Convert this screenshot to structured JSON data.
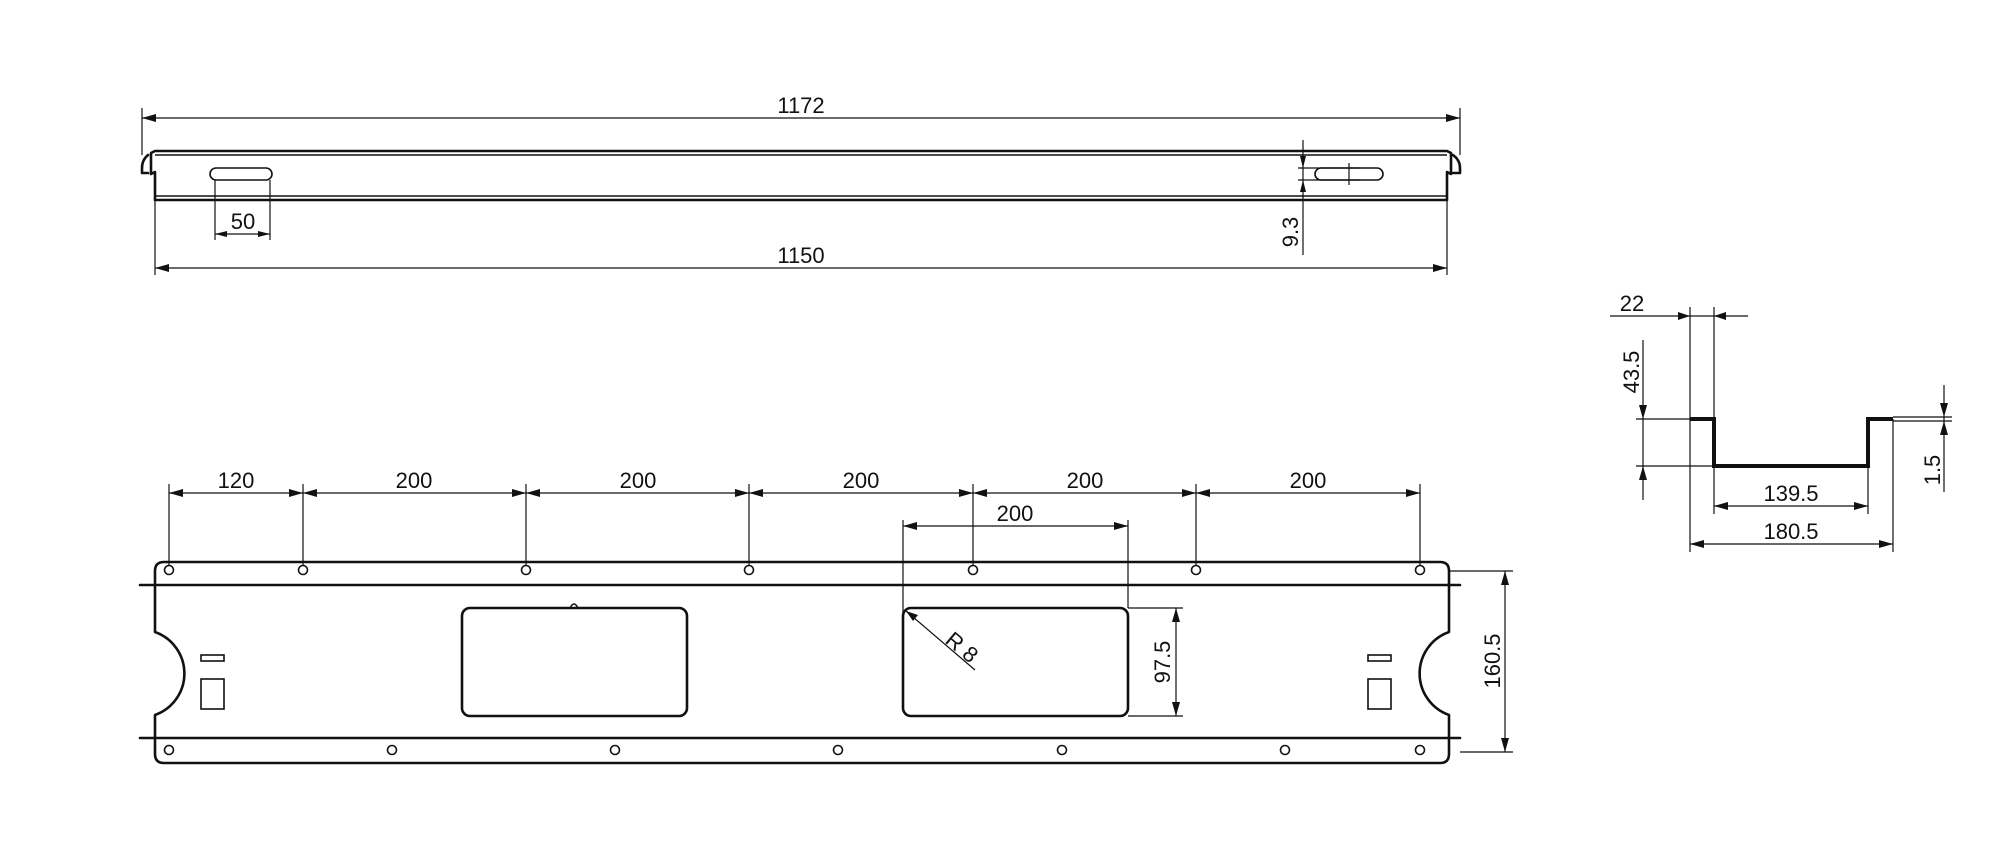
{
  "side_view": {
    "overall_length": "1172",
    "inner_length": "1150",
    "slot_length": "50",
    "slot_offset": "9.3"
  },
  "plan_view": {
    "pitch_first": "120",
    "pitches": [
      "200",
      "200",
      "200",
      "200",
      "200"
    ],
    "window_width": "200",
    "corner_radius": "R 8",
    "window_height": "97.5",
    "overall_height": "160.5"
  },
  "section_view": {
    "flange_width": "22",
    "depth": "43.5",
    "thickness": "1.5",
    "inner_width": "139.5",
    "outer_width": "180.5"
  }
}
